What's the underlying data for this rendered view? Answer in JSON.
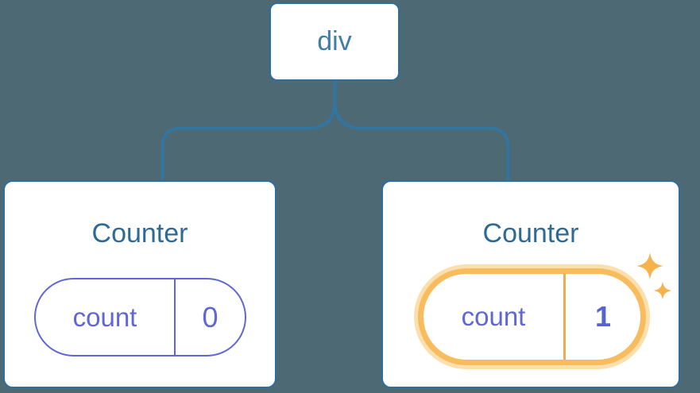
{
  "colors": {
    "background": "#4d6a74",
    "line": "#2f76a5",
    "node_border": "#2c6f9e",
    "node_text": "#3f7ea9",
    "title_text": "#2e6b94",
    "purple": "#6067d5",
    "purple_bold": "#5563ce",
    "orange": "#f8bc5f",
    "orange_glow": "#fbdfad",
    "orange_divider": "#f2a94f",
    "sparkle": "#f6b34c",
    "card_bg": "#ffffff"
  },
  "tree": {
    "root": {
      "label": "div"
    },
    "children": [
      {
        "title": "Counter",
        "state": {
          "key": "count",
          "value": "0"
        },
        "highlighted": false
      },
      {
        "title": "Counter",
        "state": {
          "key": "count",
          "value": "1"
        },
        "highlighted": true
      }
    ]
  },
  "icons": {
    "sparkles": "two four-point stars marking updated state"
  }
}
